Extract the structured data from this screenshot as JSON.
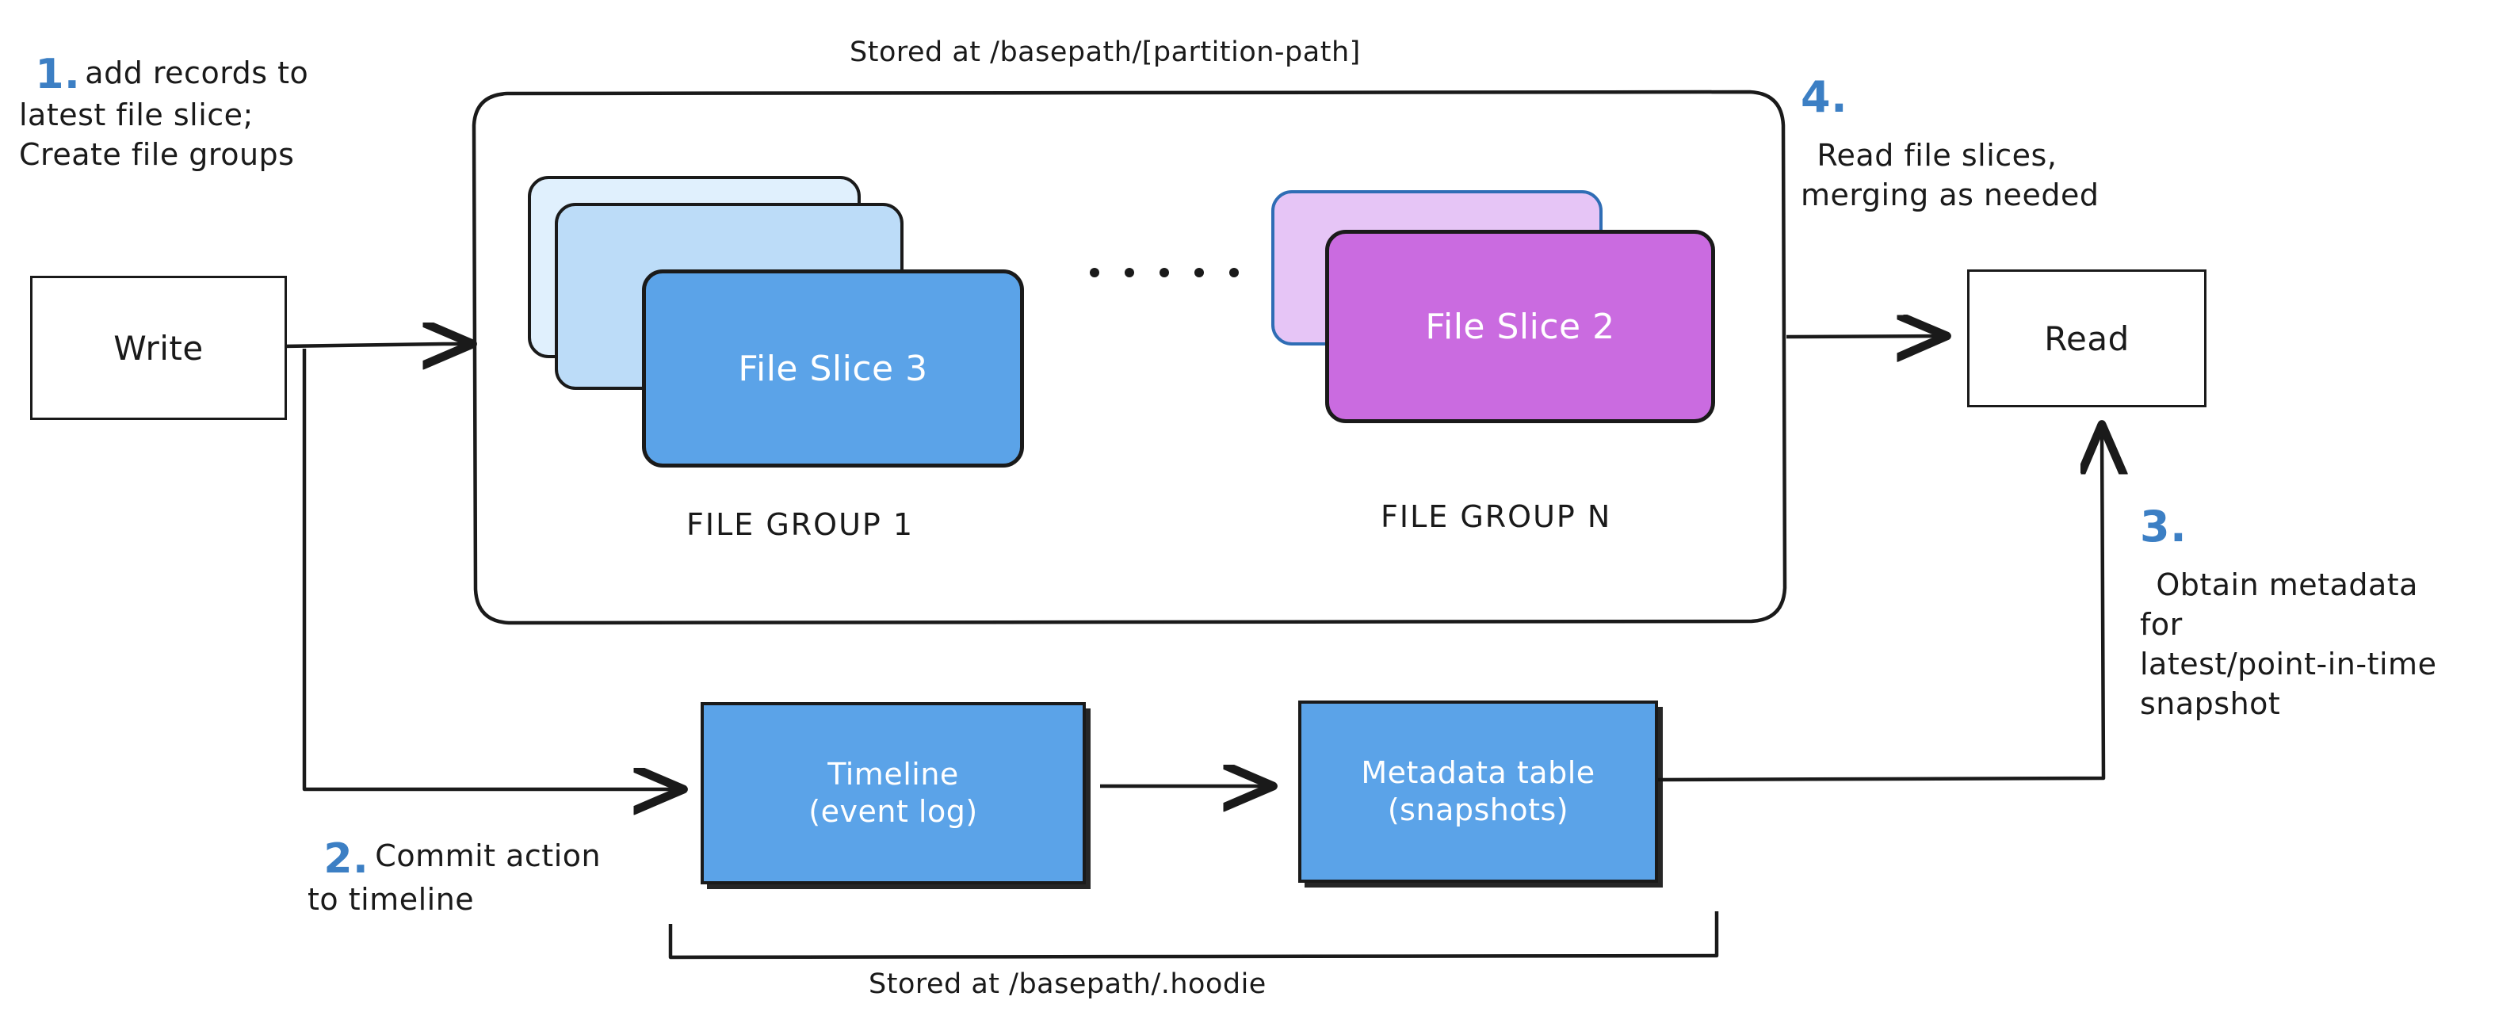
{
  "diagram": {
    "title_top": "Stored at /basepath/[partition-path]",
    "title_bottom": "Stored at /basepath/.hoodie",
    "accent_color": "#3c7fc4",
    "ink_color": "#1a1a1a"
  },
  "steps": [
    {
      "number": "1.",
      "text": "add records to\nlatest file slice;\nCreate file groups"
    },
    {
      "number": "2.",
      "text": "Commit action\nto timeline"
    },
    {
      "number": "3.",
      "text": "Obtain metadata\nfor\nlatest/point-in-time\nsnapshot"
    },
    {
      "number": "4.",
      "text": "Read file slices,\nmerging as needed"
    }
  ],
  "nodes": {
    "write": {
      "label": "Write"
    },
    "read": {
      "label": "Read"
    },
    "timeline": {
      "line1": "Timeline",
      "line2": "(event log)",
      "color": "#5ba3e8"
    },
    "metadata": {
      "line1": "Metadata table",
      "line2": "(snapshots)",
      "color": "#5ba3e8"
    }
  },
  "file_groups": [
    {
      "caption": "FILE GROUP 1",
      "slices": [
        {
          "label": "",
          "color": "#e0f0fd",
          "border": "#1a1a1a"
        },
        {
          "label": "",
          "color": "#bcdcf8",
          "border": "#1a1a1a"
        },
        {
          "label": "File Slice 3",
          "color": "#5ba3e8",
          "border": "#1a1a1a"
        }
      ]
    },
    {
      "caption": "FILE GROUP N",
      "slices": [
        {
          "label": "",
          "color": "#e6c5f6",
          "border": "#2f6db5"
        },
        {
          "label": "File Slice 2",
          "color": "#ca6be0",
          "border": "#1a1a1a"
        }
      ]
    }
  ],
  "ellipsis": {
    "dots": 5
  }
}
